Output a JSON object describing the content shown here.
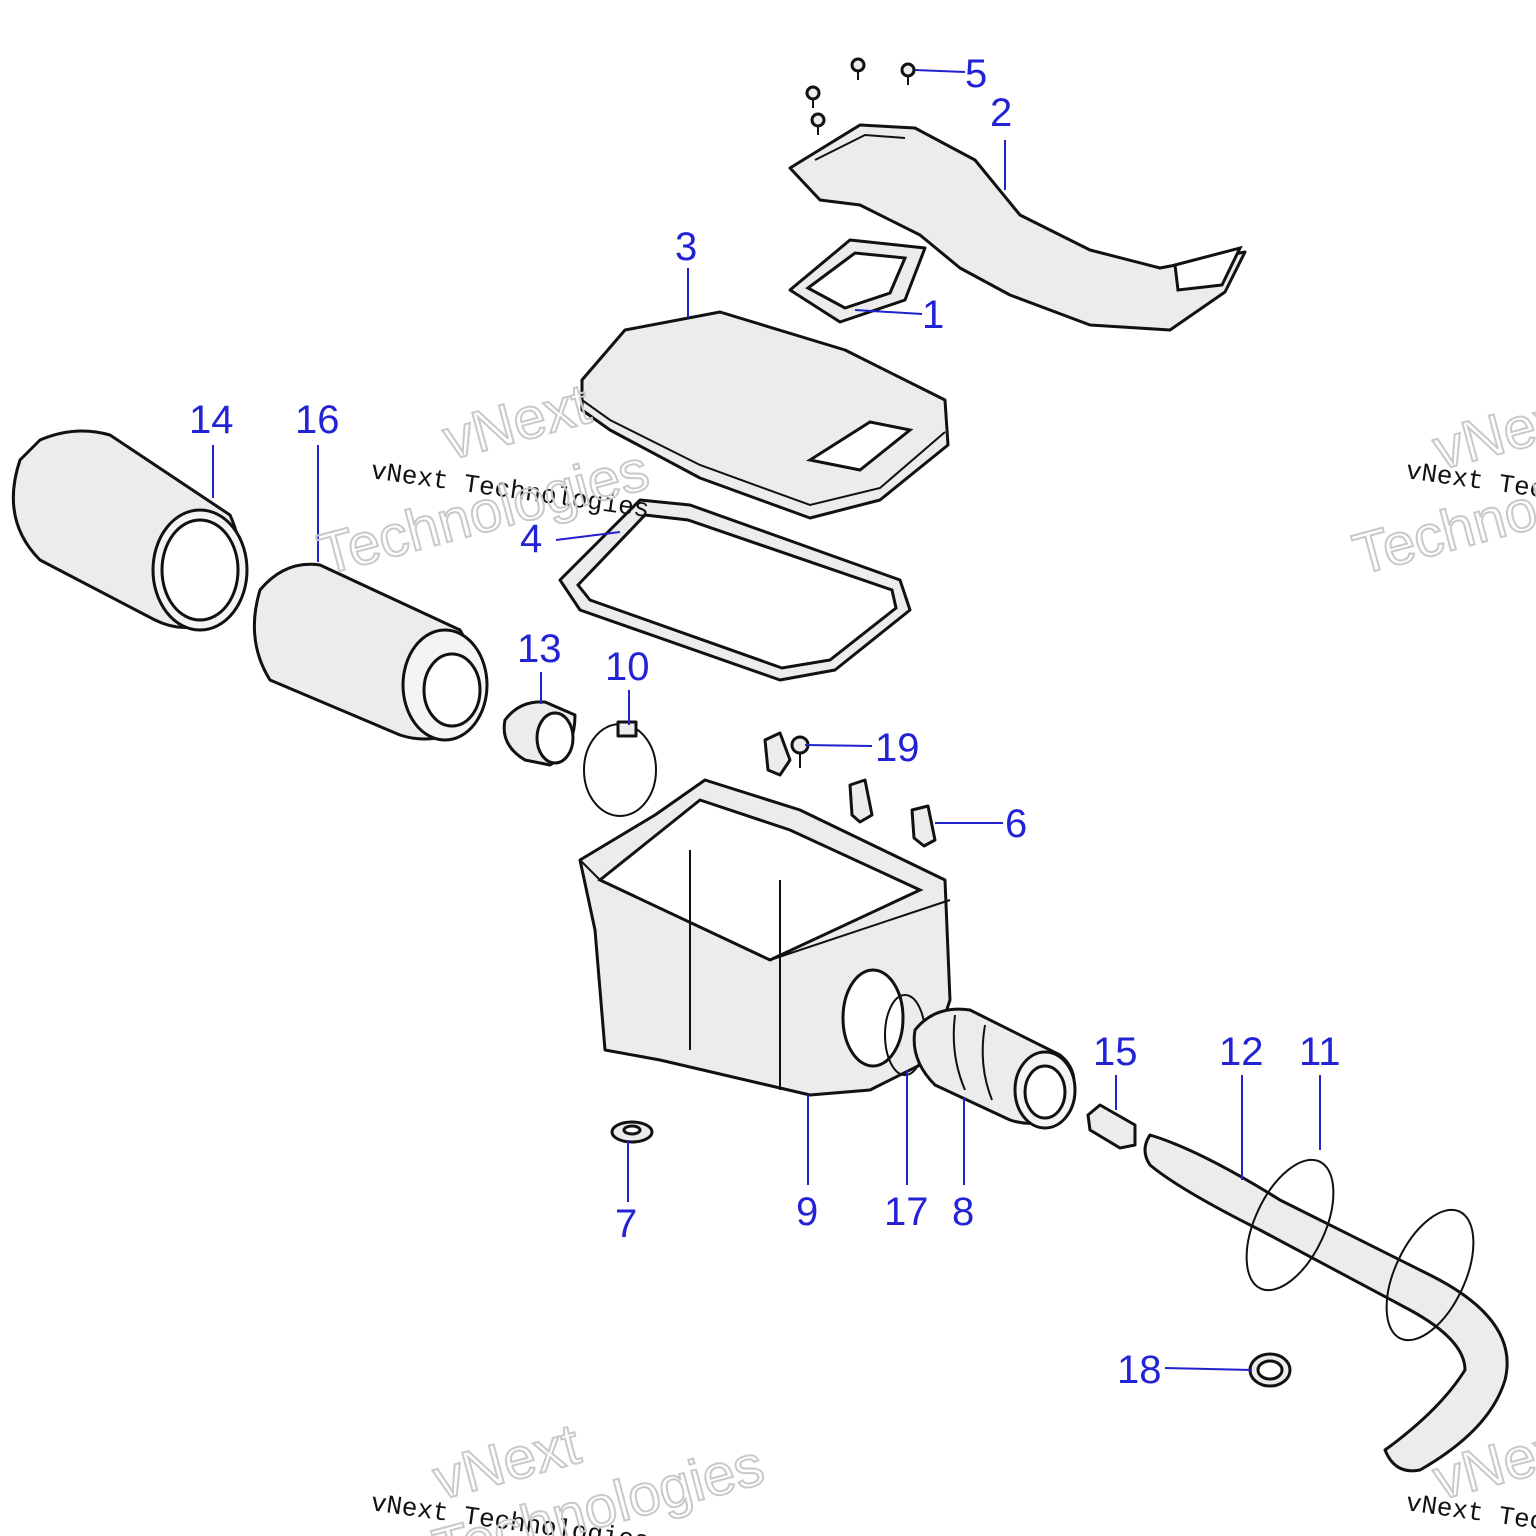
{
  "diagram": {
    "callouts": [
      "1",
      "2",
      "3",
      "4",
      "5",
      "6",
      "7",
      "8",
      "9",
      "10",
      "11",
      "12",
      "13",
      "14",
      "15",
      "16",
      "17",
      "18",
      "19"
    ]
  },
  "watermark": {
    "line_small": "vNext Technologies",
    "word_vnext": "vNext",
    "word_tech": "Technologies"
  },
  "colors": {
    "callout": "#2323d6",
    "line": "#111111",
    "part_fill": "#ececec"
  }
}
